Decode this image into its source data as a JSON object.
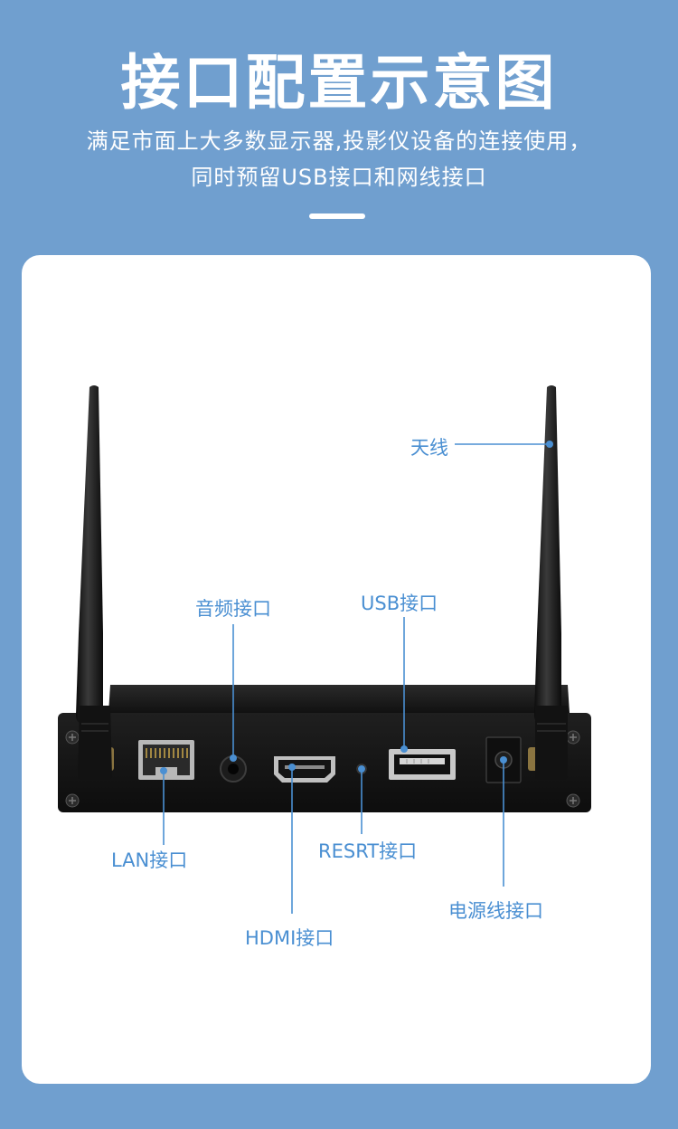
{
  "header": {
    "title": "接口配置示意图",
    "subtitle_line1": "满足市面上大多数显示器,投影仪设备的连接使用，",
    "subtitle_line2": "同时预留USB接口和网线接口"
  },
  "callouts": {
    "antenna": "天线",
    "audio": "音频接口",
    "usb": "USB接口",
    "lan": "LAN接口",
    "reset": "RESRT接口",
    "hdmi": "HDMI接口",
    "power": "电源线接口"
  },
  "colors": {
    "background": "#709fcf",
    "card": "#ffffff",
    "callout": "#4a8fd2",
    "device": "#1a1a1a"
  }
}
